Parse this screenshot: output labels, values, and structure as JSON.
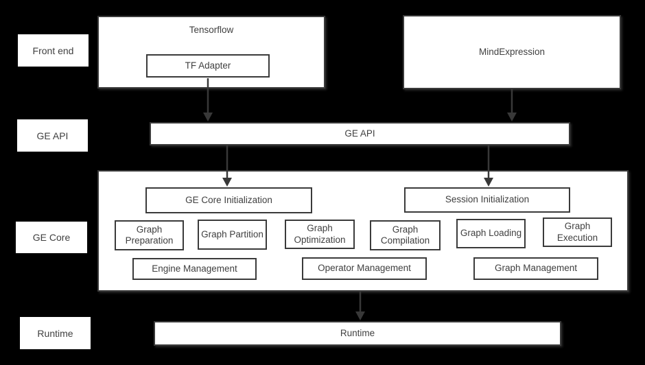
{
  "colors": {
    "background": "#000000",
    "box_fill": "#ffffff",
    "box_border": "#3a3a3a",
    "text": "#3f3f3f",
    "arrow": "#383838"
  },
  "row_labels": {
    "front_end": "Front end",
    "ge_api": "GE API",
    "ge_core": "GE Core",
    "runtime": "Runtime"
  },
  "front_end": {
    "tensorflow_title": "Tensorflow",
    "tf_adapter": "TF Adapter",
    "mindexpression": "MindExpression"
  },
  "ge_api": {
    "label": "GE API"
  },
  "ge_core": {
    "init_boxes": [
      "GE Core Initialization",
      "Session Initialization"
    ],
    "stage_boxes": [
      "Graph Preparation",
      "Graph Partition",
      "Graph Optimization",
      "Graph Compilation",
      "Graph Loading",
      "Graph Execution"
    ],
    "management_boxes": [
      "Engine Management",
      "Operator Management",
      "Graph Management"
    ]
  },
  "runtime": {
    "label": "Runtime"
  }
}
